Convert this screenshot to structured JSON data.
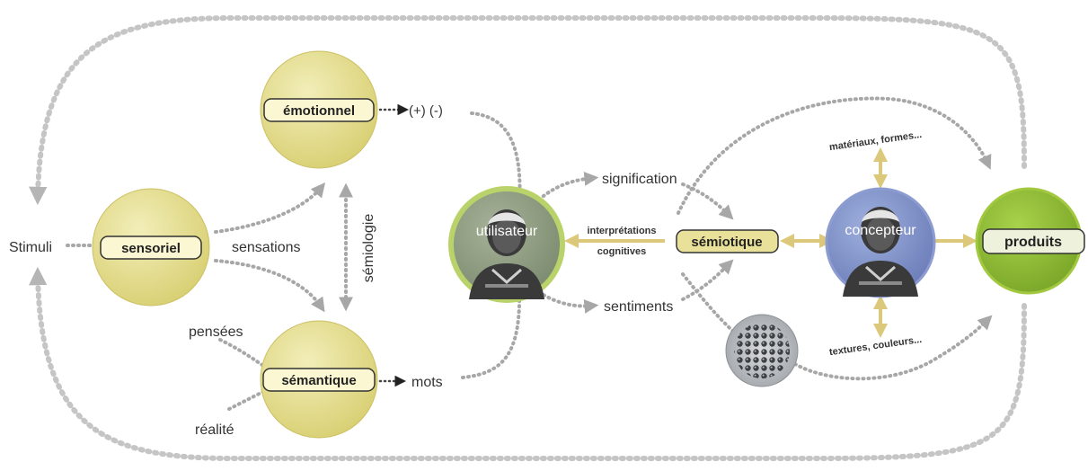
{
  "nodes": {
    "emotionnel": "émotionnel",
    "sensoriel": "sensoriel",
    "semantique": "sémantique",
    "utilisateur": "utilisateur",
    "semiotique": "sémiotique",
    "concepteur": "concepteur",
    "produits": "produits"
  },
  "labels": {
    "stimuli": "Stimuli",
    "sensations": "sensations",
    "semiologie": "sémiologie",
    "plus_minus": "(+) (-)",
    "pensees": "pensées",
    "realite": "réalité",
    "mots": "mots",
    "signification": "signification",
    "sentiments": "sentiments",
    "interpretations": "interprétations",
    "cognitives": "cognitives",
    "materiaux": "matériaux, formes...",
    "textures": "textures, couleurs..."
  },
  "colors": {
    "yellow_node": "#e3dc8e",
    "green_node": "#8ab82e",
    "blue_node": "#7d8dc4",
    "arrow_grey": "#a7a7a7",
    "arrow_yellow": "#dcc87a"
  }
}
